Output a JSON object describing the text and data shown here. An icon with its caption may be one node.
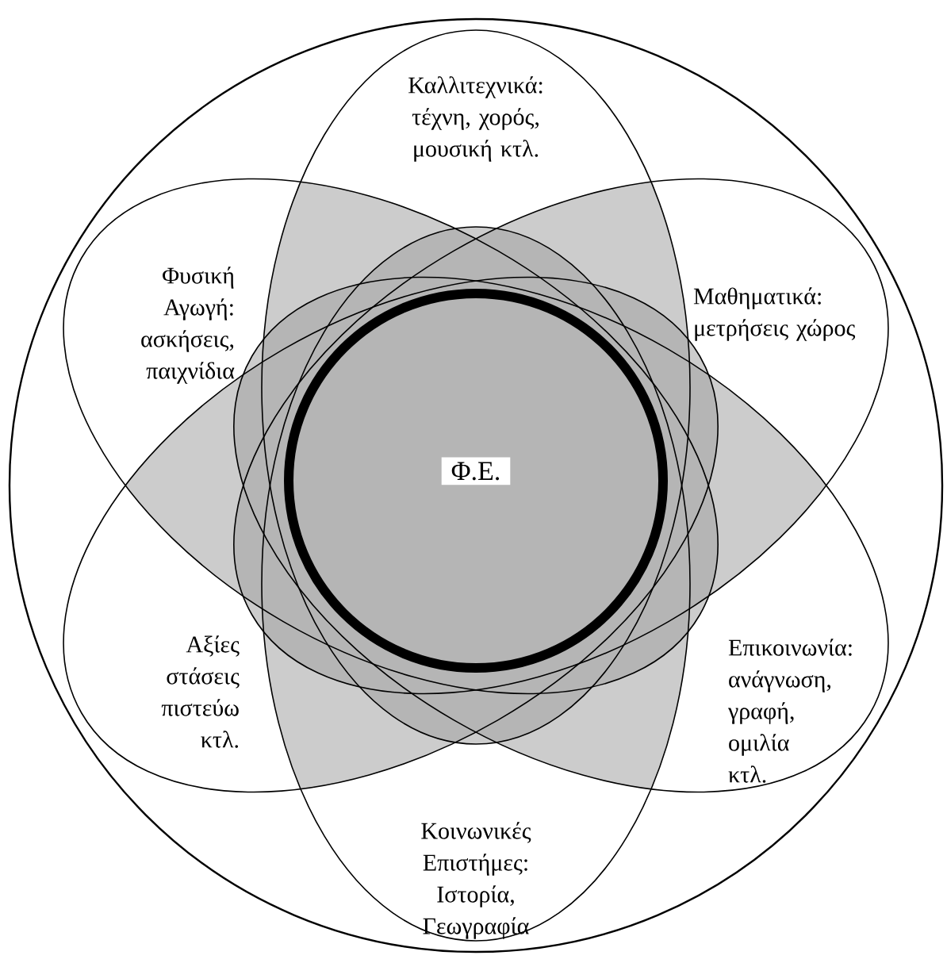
{
  "diagram": {
    "nodes": [
      {
        "text": [],
        "shape": "circle"
      },
      {
        "text": [
          "Καλλιτεχνικά: τέχνη, χορός, μουσική κτλ."
        ],
        "in": 0
      },
      {
        "text": [
          "Φυσική Αγωγή: ασκήσεις, παιχνίδια"
        ],
        "in": 0
      },
      {
        "text": [
          "Μαθηματικά: μετρήσεις χώρος"
        ],
        "in": 0
      },
      {
        "text": [
          "Φ.Ε."
        ]
      },
      {
        "text": [
          "Αξίες στάσεις πιστεύω κτλ."
        ],
        "in": 0
      },
      {
        "text": [
          "Επικοινωνία: ανάγνωση, γραφή, ομιλία κτλ."
        ],
        "in": 0
      },
      {
        "text": [
          "Κοινωνικές Επιστήμες: Ιστορία, Γεωγραφία"
        ],
        "in": 0
      }
    ]
  }
}
